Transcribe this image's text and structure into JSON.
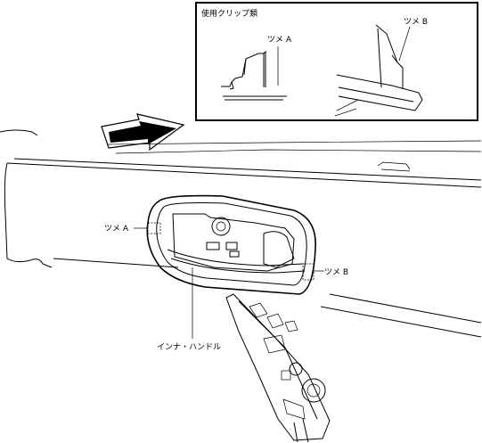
{
  "inset": {
    "title": "使用クリップ類",
    "label_a": "ツメ A",
    "label_b": "ツメ B"
  },
  "callouts": {
    "tab_a": "ツメ A",
    "tab_b": "ツメ B",
    "inner_handle": "インナ・ハンドル"
  },
  "icons": {
    "direction_arrow": "removal-direction-arrow-icon"
  }
}
